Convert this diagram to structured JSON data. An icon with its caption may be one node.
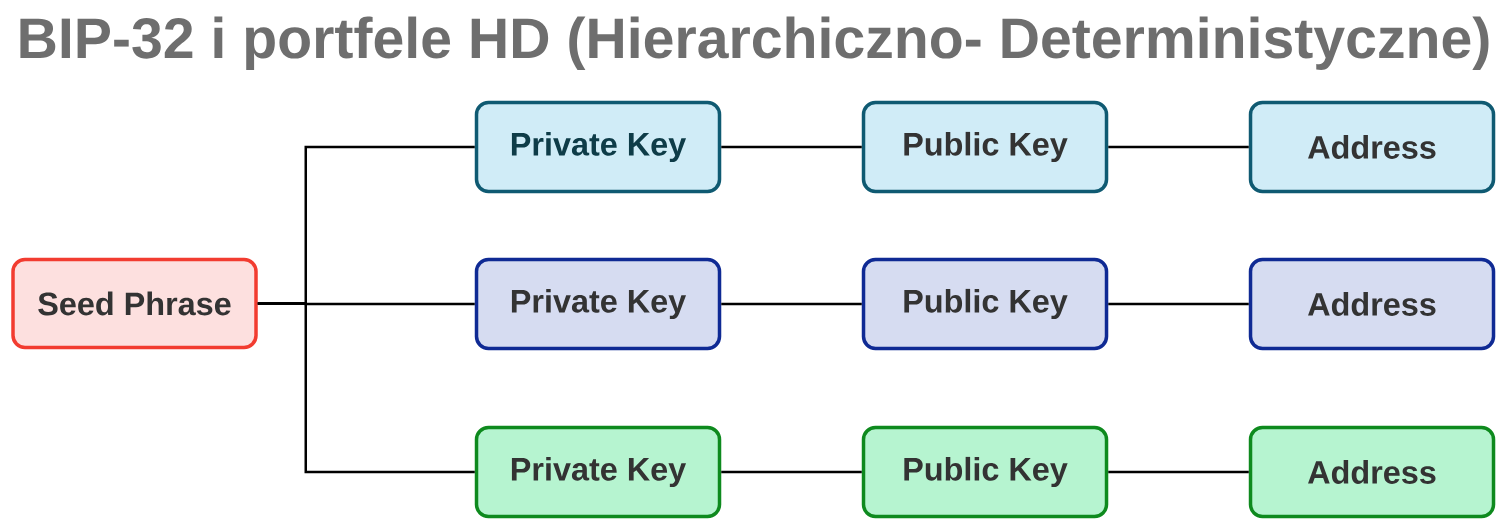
{
  "diagram": {
    "title": "BIP-32 i portfele HD (Hierarchiczno- Deterministyczne)",
    "nodes": [
      {
        "text": [
          "Seed Phrase"
        ]
      },
      {
        "text": [
          "Private Key"
        ]
      },
      {
        "text": [
          "Public Key"
        ]
      },
      {
        "text": [
          "Address"
        ]
      },
      {
        "text": [
          "Private Key"
        ]
      },
      {
        "text": [
          "Public Key"
        ]
      },
      {
        "text": [
          "Address"
        ]
      },
      {
        "text": [
          "Private Key"
        ]
      },
      {
        "text": [
          "Public Key"
        ]
      },
      {
        "text": [
          "Address"
        ]
      }
    ],
    "edges": [
      {
        "from": 0,
        "to": 1,
        "arrow": "none"
      },
      {
        "from": 0,
        "to": 4,
        "arrow": "none"
      },
      {
        "from": 0,
        "to": 7,
        "arrow": "none"
      },
      {
        "from": 1,
        "to": 2,
        "arrow": "none"
      },
      {
        "from": 2,
        "to": 3,
        "arrow": "none"
      },
      {
        "from": 4,
        "to": 5,
        "arrow": "none"
      },
      {
        "from": 5,
        "to": 6,
        "arrow": "none"
      },
      {
        "from": 7,
        "to": 8,
        "arrow": "none"
      },
      {
        "from": 8,
        "to": 9,
        "arrow": "none"
      }
    ]
  }
}
